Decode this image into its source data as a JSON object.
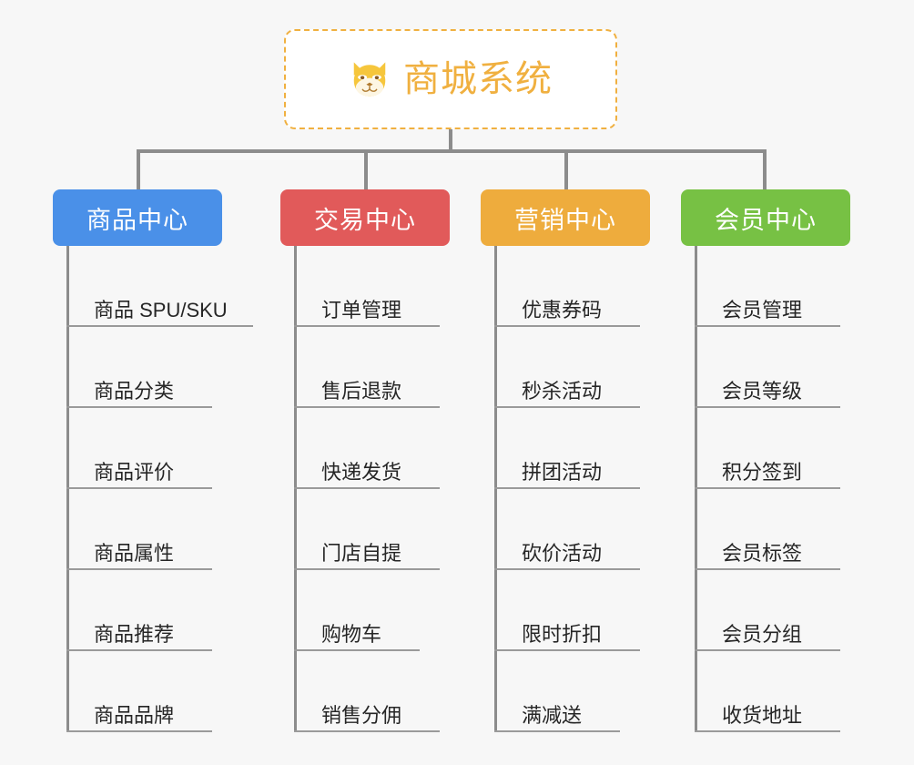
{
  "root": {
    "title": "商城系统",
    "icon": "dog-face-icon",
    "border_color": "#f0b040",
    "text_color": "#f0b040",
    "background": "#ffffff"
  },
  "canvas": {
    "background": "#f7f7f7",
    "connector_color": "#8c8c8c",
    "rule_color": "#9a9a9a"
  },
  "columns": [
    {
      "label": "商品中心",
      "color": "#4a90e8",
      "items": [
        {
          "label": "商品 SPU/SKU",
          "rule_width": 205
        },
        {
          "label": "商品分类",
          "rule_width": 160
        },
        {
          "label": "商品评价",
          "rule_width": 160
        },
        {
          "label": "商品属性",
          "rule_width": 160
        },
        {
          "label": "商品推荐",
          "rule_width": 160
        },
        {
          "label": "商品品牌",
          "rule_width": 160
        }
      ]
    },
    {
      "label": "交易中心",
      "color": "#e15a5a",
      "items": [
        {
          "label": "订单管理",
          "rule_width": 160
        },
        {
          "label": "售后退款",
          "rule_width": 160
        },
        {
          "label": "快递发货",
          "rule_width": 160
        },
        {
          "label": "门店自提",
          "rule_width": 160
        },
        {
          "label": "购物车",
          "rule_width": 138
        },
        {
          "label": "销售分佣",
          "rule_width": 160
        }
      ]
    },
    {
      "label": "营销中心",
      "color": "#eeac3d",
      "items": [
        {
          "label": "优惠券码",
          "rule_width": 160
        },
        {
          "label": "秒杀活动",
          "rule_width": 160
        },
        {
          "label": "拼团活动",
          "rule_width": 160
        },
        {
          "label": "砍价活动",
          "rule_width": 160
        },
        {
          "label": "限时折扣",
          "rule_width": 160
        },
        {
          "label": "满减送",
          "rule_width": 138
        }
      ]
    },
    {
      "label": "会员中心",
      "color": "#77c144",
      "items": [
        {
          "label": "会员管理",
          "rule_width": 160
        },
        {
          "label": "会员等级",
          "rule_width": 160
        },
        {
          "label": "积分签到",
          "rule_width": 160
        },
        {
          "label": "会员标签",
          "rule_width": 160
        },
        {
          "label": "会员分组",
          "rule_width": 160
        },
        {
          "label": "收货地址",
          "rule_width": 160
        }
      ]
    }
  ]
}
